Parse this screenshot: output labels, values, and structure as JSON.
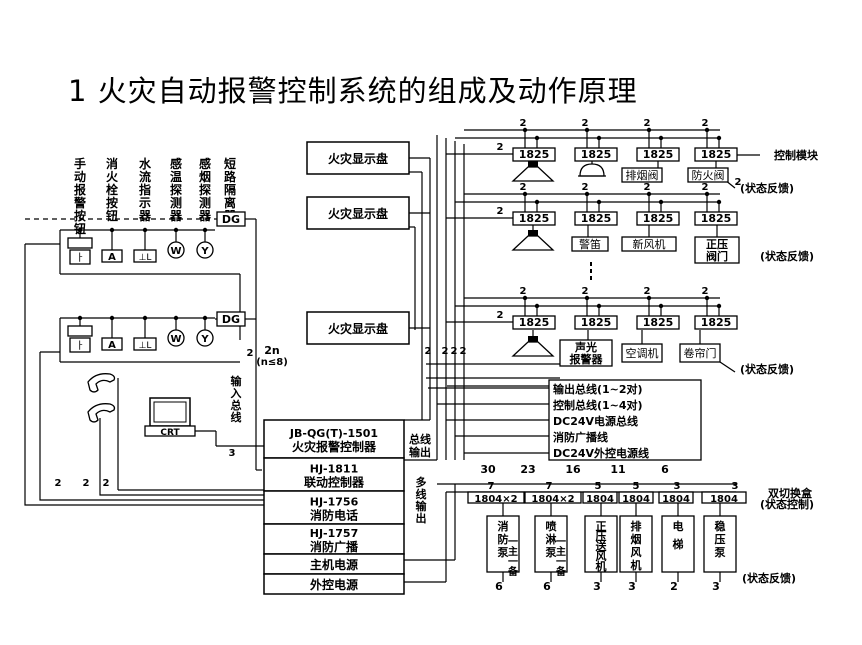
{
  "title": "1 火灾自动报警控制系统的组成及动作原理",
  "detector_labels": [
    "手动报警按钮",
    "消火栓按钮",
    "水流指示器",
    "感温探测器",
    "感烟探测器",
    "短路隔离器"
  ],
  "dg": "DG",
  "display_panel": "火灾显示盘",
  "module_code": "1825",
  "control_module_label": "控制模块",
  "status_feedback": "(状态反馈)",
  "row1_devices": [
    "排烟阀",
    "防火阀"
  ],
  "row2_devices": [
    "警笛",
    "新风机",
    "正压阀门"
  ],
  "row3_devices": [
    "声光报警器",
    "空调机",
    "卷帘门"
  ],
  "bus_legend": [
    "输出总线(1~2对)",
    "控制总线(1~4对)",
    "DC24V电源总线",
    "消防广播线",
    "DC24V外控电源线"
  ],
  "crt": "CRT",
  "input_bus": "输入总线",
  "loop_n": "2n",
  "loop_cond": "(n≤8)",
  "bus_output": [
    "总线",
    "输出"
  ],
  "multi_line": "多线输出",
  "controller_stack": [
    [
      "JB-QG(T)-1501",
      "火灾报警控制器"
    ],
    [
      "HJ-1811",
      "联动控制器"
    ],
    [
      "HJ-1756",
      "消防电话"
    ],
    [
      "HJ-1757",
      "消防广播"
    ],
    [
      "主机电源"
    ],
    [
      "外控电源"
    ]
  ],
  "module_1804": [
    "1804×2",
    "1804×2",
    "1804",
    "1804",
    "1804",
    "1804"
  ],
  "dual_switch": [
    "双切换盒",
    "(状态控制)"
  ],
  "pumps": [
    "消防泵",
    "喷淋泵",
    "正压送风机",
    "排烟风机",
    "电梯",
    "稳压泵"
  ],
  "pump_sub": [
    "一主一备",
    "一主一备"
  ],
  "top_counts": [
    "30",
    "23",
    "16",
    "11",
    "6"
  ],
  "small_counts": [
    "7",
    "7",
    "5",
    "5",
    "3",
    "3"
  ],
  "bottom_counts": [
    "6",
    "6",
    "3",
    "3",
    "2",
    "3"
  ],
  "wire_2": "2",
  "wire_3": "3"
}
